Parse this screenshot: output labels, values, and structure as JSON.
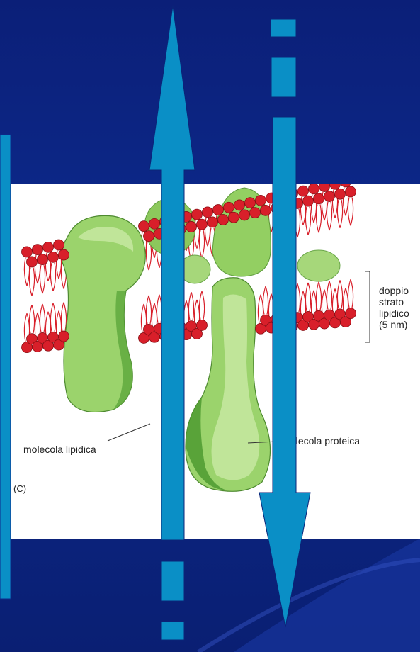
{
  "figure": {
    "panel_id": "(C)",
    "bilayer_label_lines": [
      "doppio",
      "strato",
      "lipidico",
      "(5 nm)"
    ],
    "protein_label": "olecola proteica",
    "lipid_label": "molecola lipidica"
  },
  "colors": {
    "background": "#0d2a8c",
    "arrow_fill": "#0a8fc6",
    "lipid_head": "#d81f2a",
    "protein_fill": "#9bd36c"
  },
  "arrows": [
    {
      "name": "up-arrow",
      "direction": "up"
    },
    {
      "name": "down-arrow",
      "direction": "down"
    }
  ]
}
